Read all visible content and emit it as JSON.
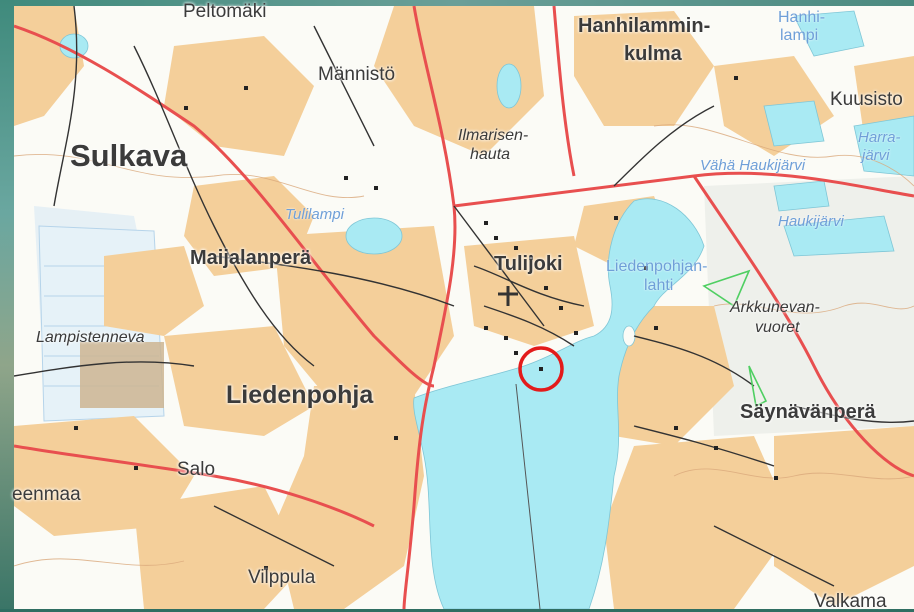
{
  "map": {
    "labels": {
      "peltomaki": "Peltomäki",
      "hanhilammin_1": "Hanhilammin-",
      "hanhilammin_2": "kulma",
      "hanhilampi_1": "Hanhi-",
      "hanhilampi_2": "lampi",
      "mannisto": "Männistö",
      "kuusisto": "Kuusisto",
      "sulkava": "Sulkava",
      "ilmarisen_1": "Ilmarisen-",
      "ilmarisen_2": "hauta",
      "harrajarvi_1": "Harra-",
      "harrajarvi_2": "järvi",
      "vahahaukijarvi": "Vähä Haukijärvi",
      "tulilampi": "Tulilampi",
      "haukijarvi": "Haukijärvi",
      "maijalanpera": "Maijalanperä",
      "tulijoki": "Tulijoki",
      "liedenpohjan_1": "Liedenpohjan-",
      "liedenpohjan_2": "lahti",
      "arkkunevan_1": "Arkkunevan-",
      "arkkunevan_2": "vuoret",
      "lampistenneva": "Lampistenneva",
      "liedenpohja": "Liedenpohja",
      "saynavanpera": "Säynävänperä",
      "salo": "Salo",
      "eenmaa": "eenmaa",
      "vilppula": "Vilppula",
      "valkama": "Valkama"
    },
    "colors": {
      "land": "#fbfbf6",
      "fields": "#f4cf9a",
      "water": "#a9eaf3",
      "road_major": "#e84f4f",
      "road_minor": "#333333",
      "contour": "#d9a77a",
      "marker": "#e31b1b"
    },
    "icons": {
      "church": "church-cross-icon",
      "marker": "location-circle-icon"
    }
  }
}
